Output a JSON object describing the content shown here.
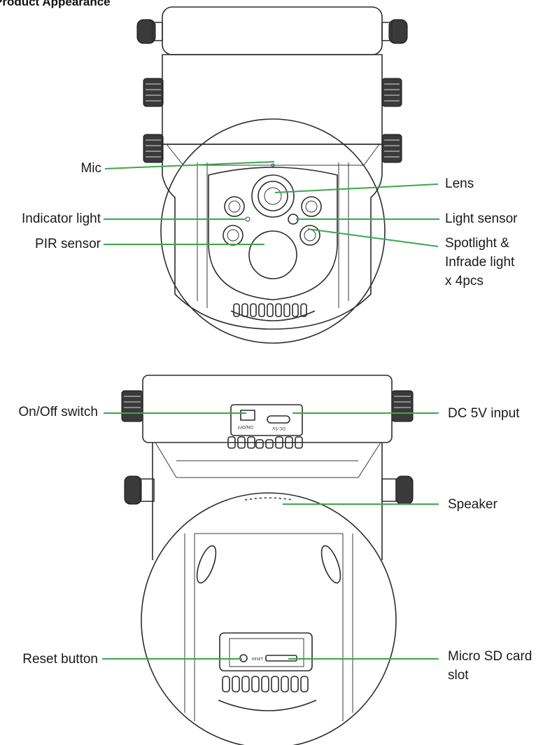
{
  "title": "Product Appearance",
  "colors": {
    "leader": "#3aa84a",
    "outline": "#2d2d2d"
  },
  "labels": {
    "mic": "Mic",
    "indicator_light": "Indicator light",
    "pir_sensor": "PIR sensor",
    "lens": "Lens",
    "light_sensor": "Light sensor",
    "spotlight": "Spotlight &\nInfrade light\n x 4pcs",
    "on_off_switch": "On/Off switch",
    "dc_input": "DC 5V input",
    "speaker": "Speaker",
    "reset_button": "Reset button",
    "micro_sd": "Micro SD card\nslot"
  },
  "engravings": {
    "switch": "ON/OFF",
    "usb": "DC-5V",
    "reset": "RESET"
  }
}
